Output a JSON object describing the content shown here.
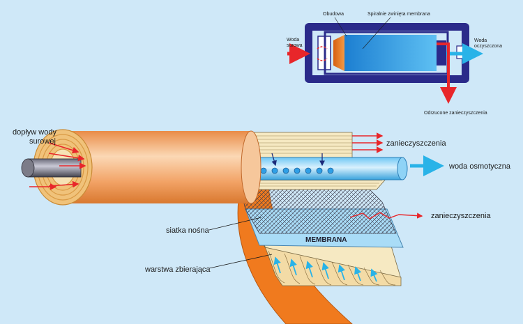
{
  "inset": {
    "housing_label": "Obudowa",
    "membrane_label": "Spiralnie zwinięta membrana",
    "raw_water_label_1": "Woda",
    "raw_water_label_2": "surowa",
    "clean_water_label_1": "Woda",
    "clean_water_label_2": "oczyszczona",
    "rejected_label": "Odrzucone zanieczyszczenia"
  },
  "main": {
    "inflow_label_1": "dopływ wody",
    "inflow_label_2": "surowej",
    "contaminants_top_label": "zanieczyszczenia",
    "osmotic_water_label": "woda osmotyczna",
    "contaminants_mid_label": "zanieczyszczenia",
    "carrier_mesh_label": "siatka nośna",
    "membrane_label": "MEMBRANA",
    "collecting_layer_label": "warstwa zbierająca"
  },
  "colors": {
    "background": "#cfe8f8",
    "housing": "#2a2a8a",
    "membrane_blue": "#2f9fe6",
    "cap_orange": "#f07a1e",
    "arrow_red": "#e8262a",
    "arrow_cyan": "#29b3e8",
    "cylinder_orange": "#f3a56a",
    "layer_cream": "#f6e9c2"
  }
}
